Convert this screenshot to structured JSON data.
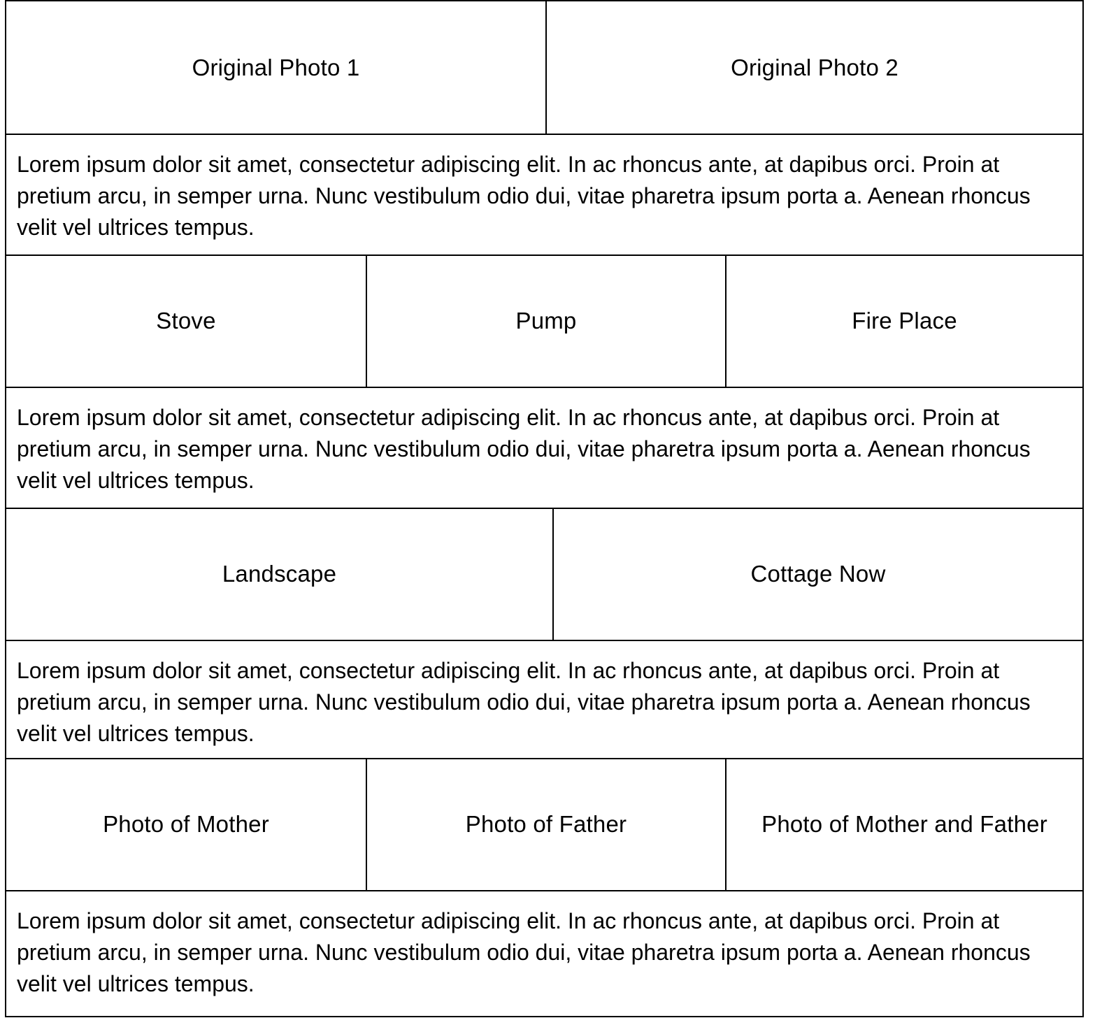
{
  "rows": [
    {
      "cells": [
        "Original Photo 1",
        "Original Photo 2"
      ]
    },
    {
      "cells": [
        "Stove",
        "Pump",
        "Fire Place"
      ]
    },
    {
      "cells": [
        "Landscape",
        "Cottage Now"
      ]
    },
    {
      "cells": [
        "Photo of Mother",
        "Photo of Father",
        "Photo of Mother and Father"
      ]
    }
  ],
  "captions": [
    "Lorem ipsum dolor sit amet, consectetur adipiscing elit. In ac rhoncus ante, at dapibus orci. Proin at pretium arcu, in semper urna. Nunc vestibulum odio dui, vitae pharetra ipsum porta a. Aenean rhoncus velit vel ultrices tempus.",
    "Lorem ipsum dolor sit amet, consectetur adipiscing elit. In ac rhoncus ante, at dapibus orci. Proin at pretium arcu, in semper urna. Nunc vestibulum odio dui, vitae pharetra ipsum porta a. Aenean rhoncus velit vel ultrices tempus.",
    "Lorem ipsum dolor sit amet, consectetur adipiscing elit. In ac rhoncus ante, at dapibus orci. Proin at pretium arcu, in semper urna. Nunc vestibulum odio dui, vitae pharetra ipsum porta a. Aenean rhoncus velit vel ultrices tempus.",
    "Lorem ipsum dolor sit amet, consectetur adipiscing elit. In ac rhoncus ante, at dapibus orci. Proin at pretium arcu, in semper urna. Nunc vestibulum odio dui, vitae pharetra ipsum porta a. Aenean rhoncus velit vel ultrices tempus."
  ]
}
